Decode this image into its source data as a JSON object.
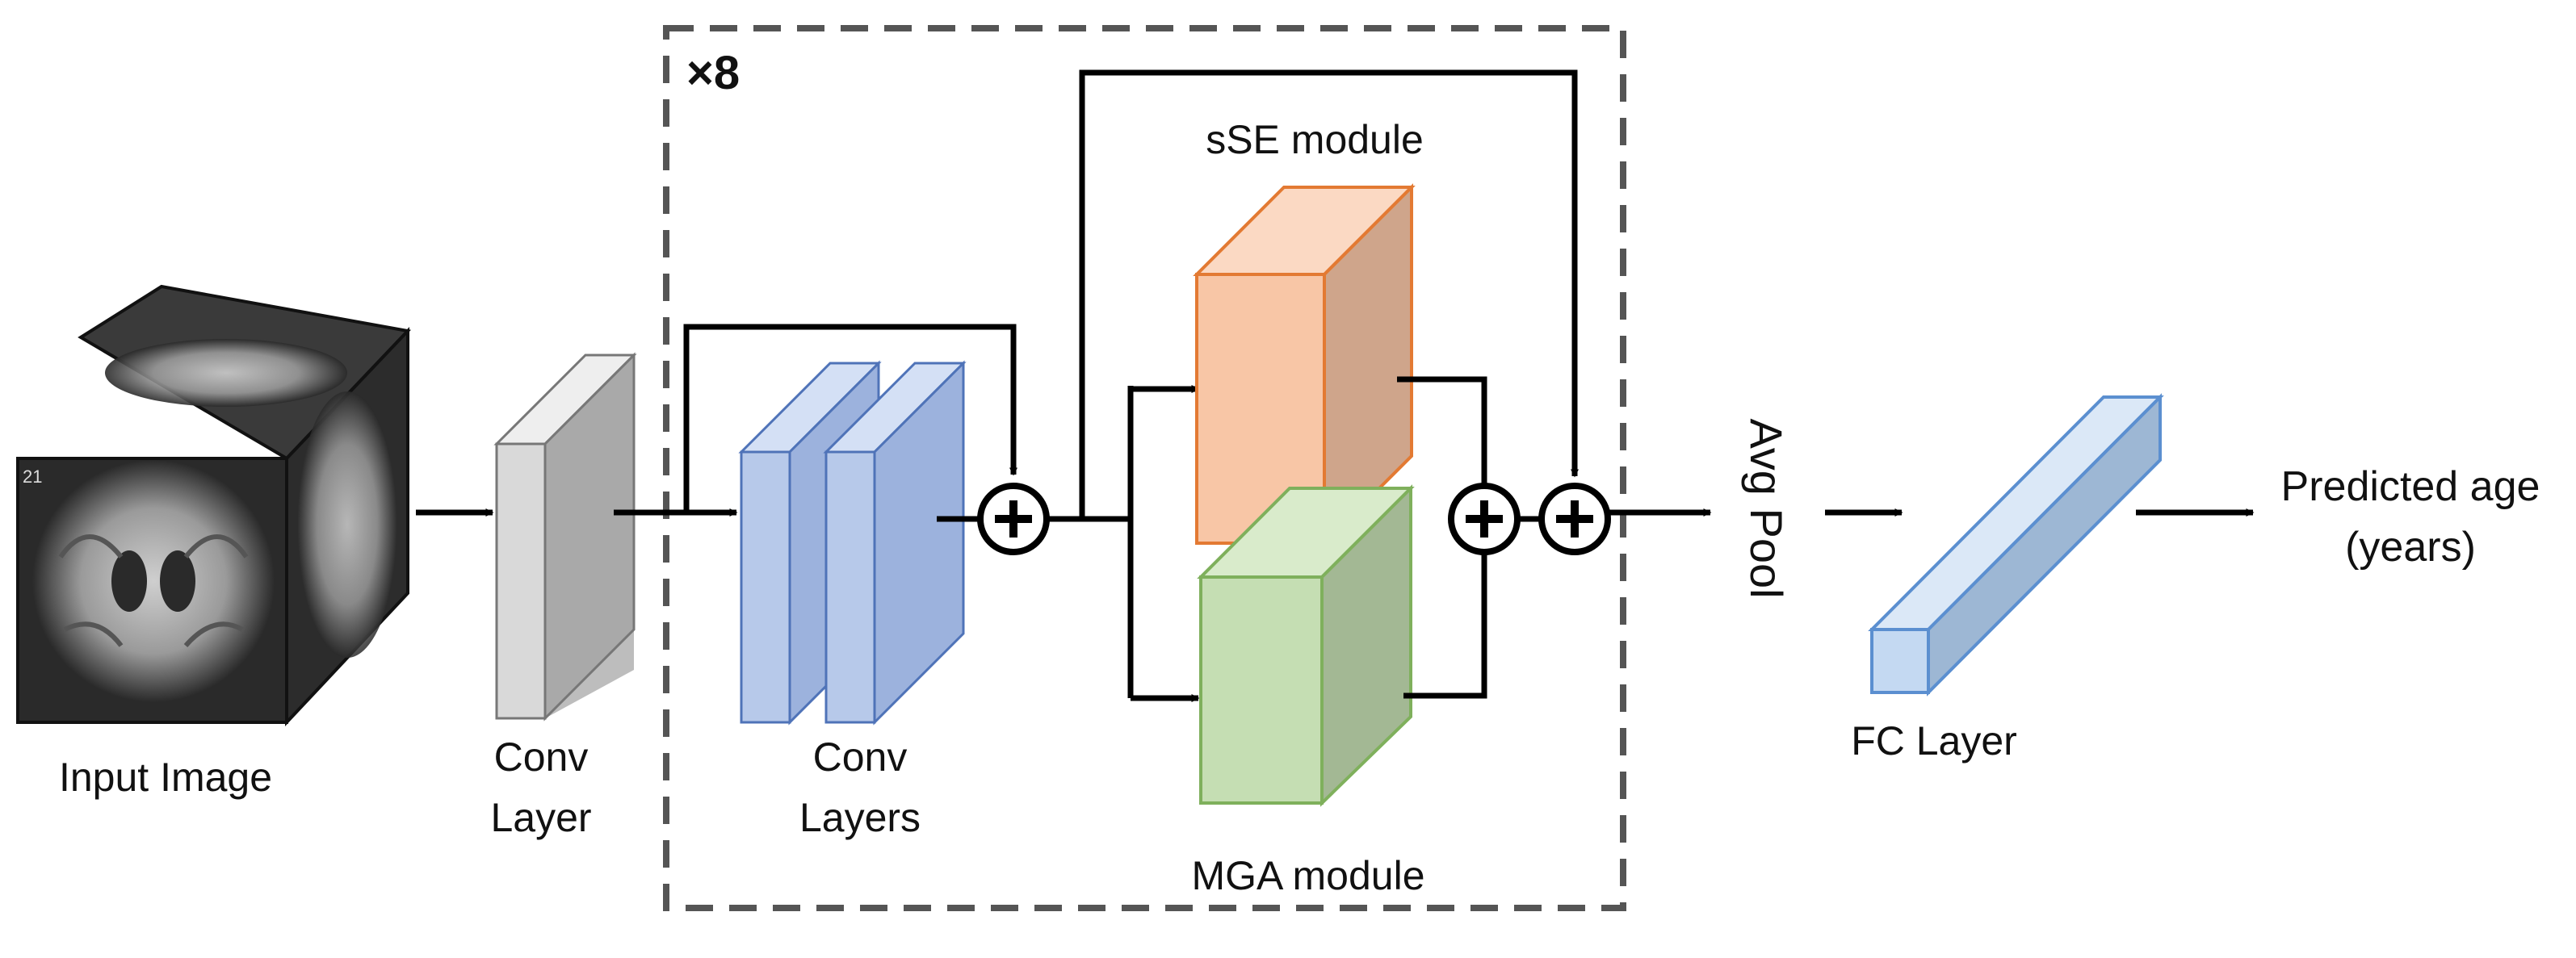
{
  "diagram": {
    "repeat_label": "×8",
    "input_label": "Input Image",
    "slice_number": "21",
    "conv_layer_label": [
      "Conv",
      "Layer"
    ],
    "conv_layers_label": [
      "Conv",
      "Layers"
    ],
    "sse_label": "sSE module",
    "mga_label": "MGA module",
    "avg_pool_label": "Avg Pool",
    "fc_label": "FC Layer",
    "output_label": [
      "Predicted age",
      "(years)"
    ]
  },
  "colors": {
    "conv_gray": "#d9d9d9",
    "conv_blue": "#b7c9ea",
    "conv_blue_edge": "#4f73b8",
    "sse_orange": "#f8c6a6",
    "sse_edge": "#e37a33",
    "mga_green": "#c5deb3",
    "mga_edge": "#7fb05c",
    "fc_blue": "#c4d9f2",
    "fc_edge": "#5b8fd0",
    "dashed_border": "#555555",
    "arrow": "#000000"
  },
  "icons": [
    "mri-cube-icon",
    "plus-circle-icon"
  ]
}
